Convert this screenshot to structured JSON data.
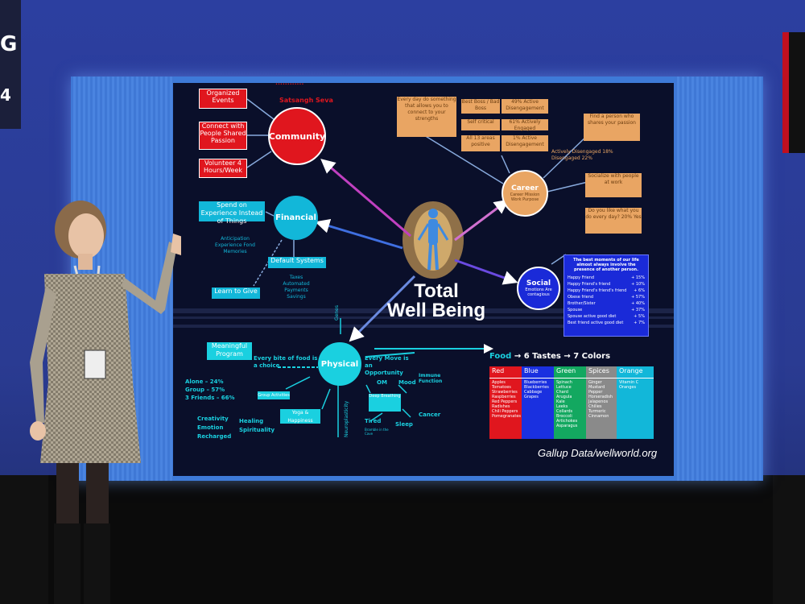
{
  "scene": {
    "description_colors": {
      "screen_bg": "#0a0f2a",
      "accent_red": "#e0161e",
      "accent_cyan": "#12b7d9",
      "accent_orange": "#e9a563",
      "social_blue": "#1a2ad8"
    }
  },
  "slide": {
    "top_small": "Satsangh Seva",
    "community": {
      "label": "Community",
      "boxes": [
        "Organized Events",
        "Connect with People Shared Passion",
        "Volunteer 4 Hours/Week"
      ]
    },
    "financial": {
      "label": "Financial",
      "boxes": [
        "Spend on Experience Instead of Things",
        "Default Systems",
        "Learn to Give"
      ],
      "notes": [
        "Anticipation Experience Fond Memories",
        "Taxes Automated Payments Savings"
      ]
    },
    "career": {
      "label": "Career",
      "sub": "Career Mission Work Purpose",
      "boxes": [
        "Every day do something that allows you to connect to your strengths",
        "Best Boss / Bad Boss",
        "Self critical",
        "All 13 areas positive",
        "49% Active Disengagement",
        "61% Actively Engaged",
        "1% Active Disengagement",
        "Find a person who shares your passion",
        "Socialize with people at work",
        "Do you like what you do every day? 20% Yes"
      ],
      "notes": [
        "Actively Disengaged 18%",
        "Disengaged 22%"
      ]
    },
    "social": {
      "label": "Social",
      "sub": "Emotions Are contagious",
      "panel_title": "The best moments of our life almost always involve the presence of another person.",
      "rows": [
        {
          "label": "Happy Friend",
          "value": "+ 15%"
        },
        {
          "label": "Happy Friend's friend",
          "value": "+ 10%"
        },
        {
          "label": "Happy Friend's friend's friend",
          "value": "+ 6%"
        },
        {
          "label": "Obese friend",
          "value": "+ 57%"
        },
        {
          "label": "Brother/Sister",
          "value": "+ 40%"
        },
        {
          "label": "Spouse",
          "value": "+ 37%"
        },
        {
          "label": "Spouse active good diet",
          "value": "+ 5%"
        },
        {
          "label": "Best friend active good diet",
          "value": "+ 7%"
        }
      ]
    },
    "physical": {
      "label": "Physical",
      "above": "Genes",
      "right_top": "Every Move is an Opportunity",
      "left_top": "Every bite of food is a choice",
      "box_left": "Meaningful Program",
      "group_stats": [
        "Alone – 24%",
        "Group – 57%",
        "3 Friends – 66%"
      ],
      "bottom_left": [
        "Creativity",
        "Emotion",
        "Recharged"
      ],
      "bottom_mid": [
        "Healing",
        "Spirituality"
      ],
      "boxes": [
        "Group Activities",
        "Yoga & Happiness"
      ],
      "vertical": "Neuroplasticity",
      "around": [
        "OM",
        "Mood",
        "Immune Function",
        "Tired",
        "Sleep",
        "Cancer",
        "Deep Breathing"
      ],
      "small_note": "Bramble in the Cave"
    },
    "center": {
      "title_line1": "Total",
      "title_line2": "Well Being"
    },
    "food": {
      "word": "Food",
      "arrow1": "→",
      "tastes": "6 Tastes",
      "arrow2": "→",
      "colors_label": "7 Colors",
      "columns": [
        {
          "head": "Red",
          "color": "#e0161e",
          "items": [
            "Apples",
            "Tomatoes",
            "Strawberries",
            "Raspberries",
            "Red Peppers",
            "Radishes",
            "Chili Peppers",
            "Pomegranates"
          ]
        },
        {
          "head": "Blue",
          "color": "#1a30e0",
          "items": [
            "Blueberries",
            "Blackberries",
            "Cabbage",
            "Grapes"
          ]
        },
        {
          "head": "Green",
          "color": "#13a860",
          "items": [
            "Spinach",
            "Lettuce",
            "Chard",
            "Arugula",
            "Kale",
            "Leeks",
            "Collards",
            "Broccoli",
            "Artichokes",
            "Asparagus"
          ]
        },
        {
          "head": "Spices",
          "color": "#8a8a8a",
          "items": [
            "Ginger",
            "Mustard",
            "Pepper",
            "Horseradish",
            "Jalapenos",
            "Chilies",
            "Turmeric",
            "Cinnamon"
          ]
        },
        {
          "head": "Orange",
          "color": "#12b7d9",
          "items": [
            "Vitamin C",
            "Oranges"
          ]
        }
      ]
    },
    "credit": "Gallup Data/wellworld.org"
  }
}
